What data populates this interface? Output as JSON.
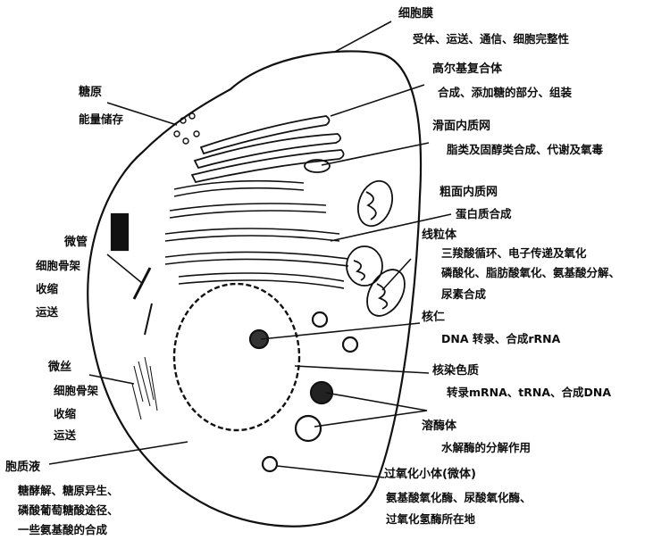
{
  "labels": {
    "cell_membrane": {
      "name": "细胞膜",
      "desc": "受体、运送、通信、细胞完整性"
    },
    "golgi": {
      "name": "高尔基复合体",
      "desc": "合成、添加糖的部分、组装"
    },
    "smooth_er": {
      "name": "滑面内质网",
      "desc": "脂类及固醇类合成、代谢及氧毒"
    },
    "rough_er": {
      "name": "粗面内质网",
      "desc": "蛋白质合成"
    },
    "mitochondria": {
      "name": "线粒体",
      "desc": [
        "三羧酸循环、电子传递及氧化",
        "磷酸化、脂肪酸氧化、氨基酸分解、",
        "尿素合成"
      ]
    },
    "nucleolus": {
      "name": "核仁",
      "desc": "DNA 转录、合成rRNA"
    },
    "chromatin": {
      "name": "核染色质",
      "desc": "转录mRNA、tRNA、合成DNA"
    },
    "lysosome": {
      "name": "溶酶体",
      "desc": "水解酶的分解作用"
    },
    "peroxisome": {
      "name": "过氧化小体(微体)",
      "desc": [
        "氨基酸氧化酶、尿酸氧化酶、",
        "过氧化氢酶所在地"
      ]
    },
    "glycogen": {
      "name": "糖原",
      "desc": "能量储存"
    },
    "microtubule": {
      "name": "微管",
      "desc": [
        "细胞骨架",
        "收缩",
        "运送"
      ]
    },
    "microfilament": {
      "name": "微丝",
      "desc": [
        "细胞骨架",
        "收缩",
        "运送"
      ]
    },
    "cytosol": {
      "name": "胞质液",
      "desc": [
        "糖酵解、糖原异生、",
        "磷酸葡萄糖酸途径、",
        "一些氨基酸的合成"
      ]
    }
  }
}
